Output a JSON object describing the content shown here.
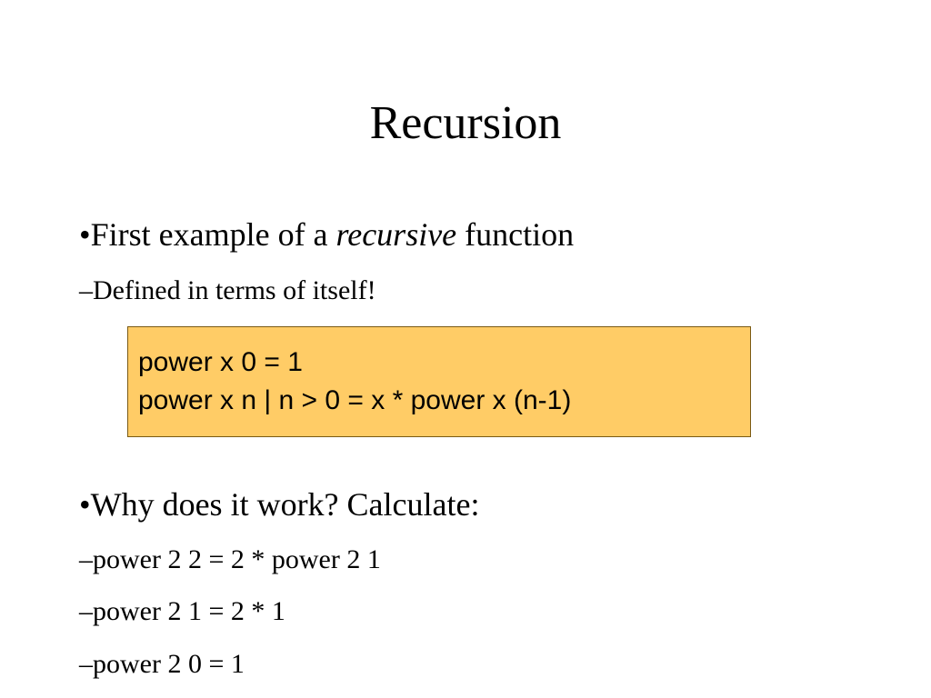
{
  "slide": {
    "title": "Recursion",
    "bullet1": {
      "marker": "•",
      "text_before": "First example of a ",
      "emphasis": "recursive",
      "text_after": " function"
    },
    "sub1": "–Defined in terms of itself!",
    "code": {
      "line1": "power x 0 = 1",
      "line2": "power x n | n > 0 = x * power x (n-1)",
      "background_color": "#ffcc66"
    },
    "bullet2": "•Why does it work? Calculate:",
    "steps": [
      "–power 2 2 = 2 * power 2 1",
      "–power 2 1 = 2 * 1",
      "–power 2 0 = 1"
    ]
  }
}
